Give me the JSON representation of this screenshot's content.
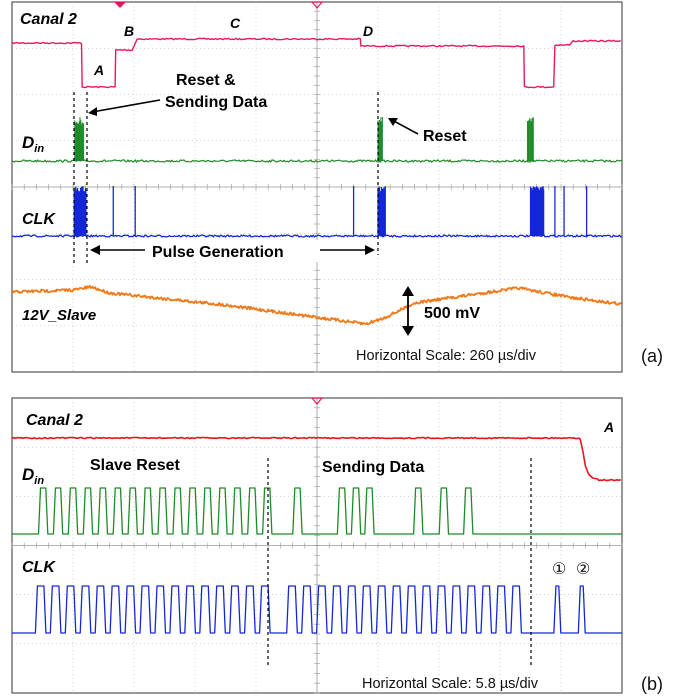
{
  "figure": {
    "panel_a": {
      "tag": "(a)",
      "scale_label": "Horizontal Scale: 260 µs/div",
      "channels": {
        "canal": "Canal 2",
        "din_main": "D",
        "din_sub": "in",
        "clk": "CLK",
        "slave": "12V_Slave"
      },
      "phase_letters": [
        "A",
        "B",
        "C",
        "D"
      ],
      "annotations": {
        "reset_sending_line1": "Reset &",
        "reset_sending_line2": "Sending Data",
        "reset": "Reset",
        "pulse_generation": "Pulse Generation",
        "voltage_span": "500 mV"
      }
    },
    "panel_b": {
      "tag": "(b)",
      "scale_label": "Horizontal Scale: 5.8 µs/div",
      "channels": {
        "canal": "Canal 2",
        "din_main": "D",
        "din_sub": "in",
        "clk": "CLK"
      },
      "phase_letter": "A",
      "annotations": {
        "slave_reset": "Slave Reset",
        "sending_data": "Sending Data",
        "pulse_1": "①",
        "pulse_2": "②"
      }
    }
  },
  "colors": {
    "canal": "#e8195a",
    "canal_b": "#e8141c",
    "din": "#1e8a2a",
    "clk": "#1428d8",
    "slave": "#f07a1a",
    "grid": "#b4b4b4"
  },
  "chart_data": [
    {
      "type": "line",
      "title": "",
      "x_unit": "div",
      "x_range": [
        0,
        10
      ],
      "time_per_div": "260 µs",
      "series": [
        {
          "name": "Canal 2",
          "x": [
            0,
            1.15,
            1.15,
            1.7,
            1.7,
            1.95,
            2.05,
            5.7,
            5.7,
            8.4,
            8.4,
            8.9,
            8.9,
            9.2,
            10
          ],
          "y": [
            1,
            1,
            0,
            0,
            0.82,
            0.82,
            1,
            1,
            0.85,
            0.85,
            0,
            0,
            0.85,
            0.9,
            0.9
          ]
        },
        {
          "name": "Din",
          "bursts_x": [
            1.05,
            5.95,
            8.3
          ]
        },
        {
          "name": "CLK",
          "bursts_x": [
            1.05,
            1.7,
            2.05,
            5.45,
            5.95,
            8.4,
            8.8,
            9.0,
            9.3
          ]
        },
        {
          "name": "12V_Slave",
          "x": [
            0,
            1.3,
            5.8,
            8.2,
            10
          ],
          "y": [
            0.35,
            0.45,
            -0.5,
            0.35,
            0.0
          ]
        }
      ],
      "annotations": [
        "Reset & Sending Data",
        "Reset",
        "Pulse Generation",
        "500 mV"
      ]
    },
    {
      "type": "line",
      "title": "",
      "x_unit": "div",
      "x_range": [
        0,
        10
      ],
      "time_per_div": "5.8 µs",
      "series": [
        {
          "name": "Canal 2",
          "x": [
            0,
            9.3,
            9.5,
            10
          ],
          "y": [
            1,
            1,
            0,
            0
          ]
        },
        {
          "name": "Din",
          "pulse_count_reset": 16,
          "data_pulses": 8
        },
        {
          "name": "CLK",
          "pulse_count_reset": 16,
          "pulse_count_data": 16,
          "trailing_pulses": 2
        }
      ],
      "annotations": [
        "Slave Reset",
        "Sending Data",
        "①",
        "②"
      ]
    }
  ]
}
